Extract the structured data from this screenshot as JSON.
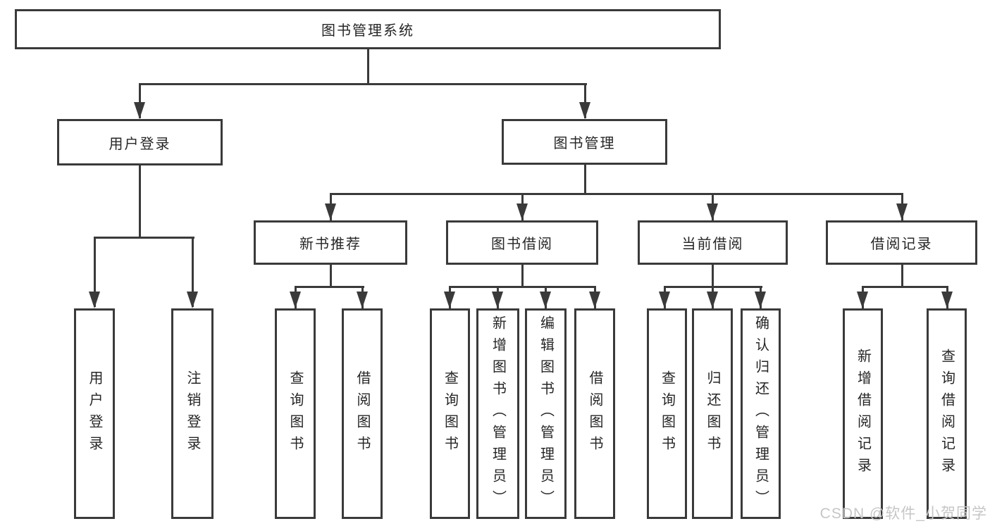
{
  "diagram": {
    "root": {
      "label": "图书管理系统"
    },
    "level2": {
      "user_login": {
        "label": "用户登录"
      },
      "book_management": {
        "label": "图书管理"
      }
    },
    "level3": {
      "new_book_recommend": {
        "label": "新书推荐"
      },
      "book_borrowing": {
        "label": "图书借阅"
      },
      "current_borrowing": {
        "label": "当前借阅"
      },
      "borrowing_records": {
        "label": "借阅记录"
      }
    },
    "leaves": {
      "user_login": {
        "label": "用户登录"
      },
      "logout": {
        "label": "注销登录"
      },
      "recommend_query_books": {
        "label": "查询图书"
      },
      "recommend_borrow_books": {
        "label": "借阅图书"
      },
      "borrowing_query_books": {
        "label": "查询图书"
      },
      "borrowing_add_books": {
        "label": "新增图书（管理员）"
      },
      "borrowing_edit_books": {
        "label": "编辑图书（管理员）"
      },
      "borrowing_borrow_books": {
        "label": "借阅图书"
      },
      "current_query_books": {
        "label": "查询图书"
      },
      "current_return_books": {
        "label": "归还图书"
      },
      "current_confirm_return": {
        "label": "确认归还（管理员）"
      },
      "records_add_record": {
        "label": "新增借阅记录"
      },
      "records_query_record": {
        "label": "查询借阅记录"
      }
    }
  },
  "watermark": {
    "text": "CSDN @软件_小贺同学"
  },
  "colors": {
    "line": "#3a3a3a",
    "text": "#262626",
    "watermark": "#c6c6c6",
    "background": "#ffffff"
  }
}
